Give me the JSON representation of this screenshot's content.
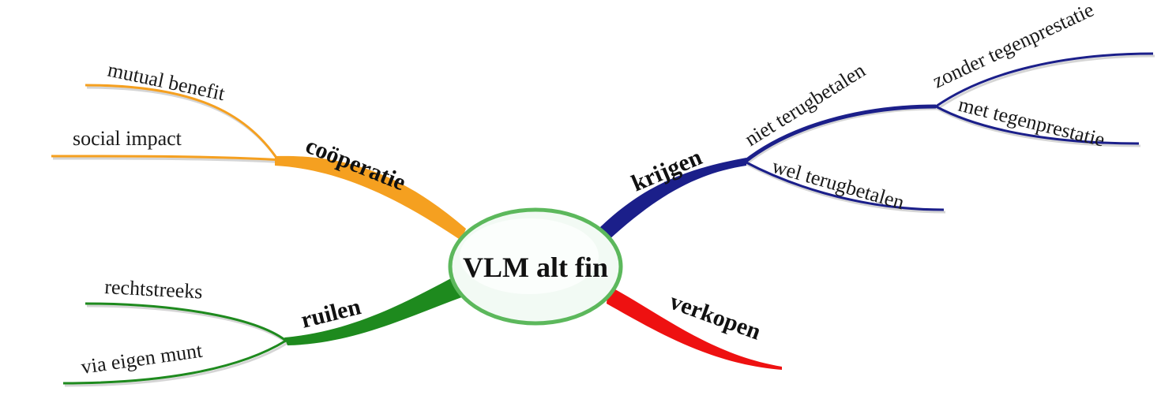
{
  "center": {
    "label": "VLM alt fin",
    "border_color": "#5cb85c",
    "fill_color": "#f2faf4"
  },
  "branches": [
    {
      "id": "cooperatie",
      "label": "coöperatie",
      "color": "#f5a020",
      "children": [
        "mutual benefit",
        "social impact"
      ]
    },
    {
      "id": "ruilen",
      "label": "ruilen",
      "color": "#1e8a1e",
      "children": [
        "rechtstreeks",
        "via eigen munt"
      ]
    },
    {
      "id": "krijgen",
      "label": "krijgen",
      "color": "#1b1f8a",
      "children": [
        {
          "label": "niet terugbetalen",
          "children": [
            "zonder tegenprestatie",
            "met tegenprestatie"
          ]
        },
        {
          "label": "wel terugbetalen"
        }
      ]
    },
    {
      "id": "verkopen",
      "label": "verkopen",
      "color": "#ee1111",
      "children": []
    }
  ]
}
